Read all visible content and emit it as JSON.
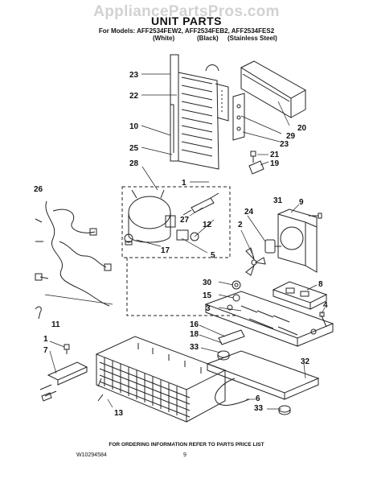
{
  "watermark": "AppliancePartsPros.com",
  "title": "UNIT PARTS",
  "models_line": "For Models: AFF2534FEW2, AFF2534FEB2, AFF2534FES2",
  "variants": [
    "(White)",
    "(Black)",
    "(Stainless Steel)"
  ],
  "footer_note": "FOR ORDERING INFORMATION REFER TO PARTS PRICE LIST",
  "doc_number": "W10294584",
  "page_number": "9",
  "callouts": [
    "23",
    "22",
    "10",
    "25",
    "28",
    "26",
    "1",
    "27",
    "12",
    "17",
    "5",
    "20",
    "29",
    "23",
    "21",
    "19",
    "9",
    "31",
    "24",
    "2",
    "8",
    "30",
    "15",
    "3",
    "4",
    "11",
    "1",
    "7",
    "16",
    "18",
    "33",
    "32",
    "6",
    "33",
    "13"
  ]
}
